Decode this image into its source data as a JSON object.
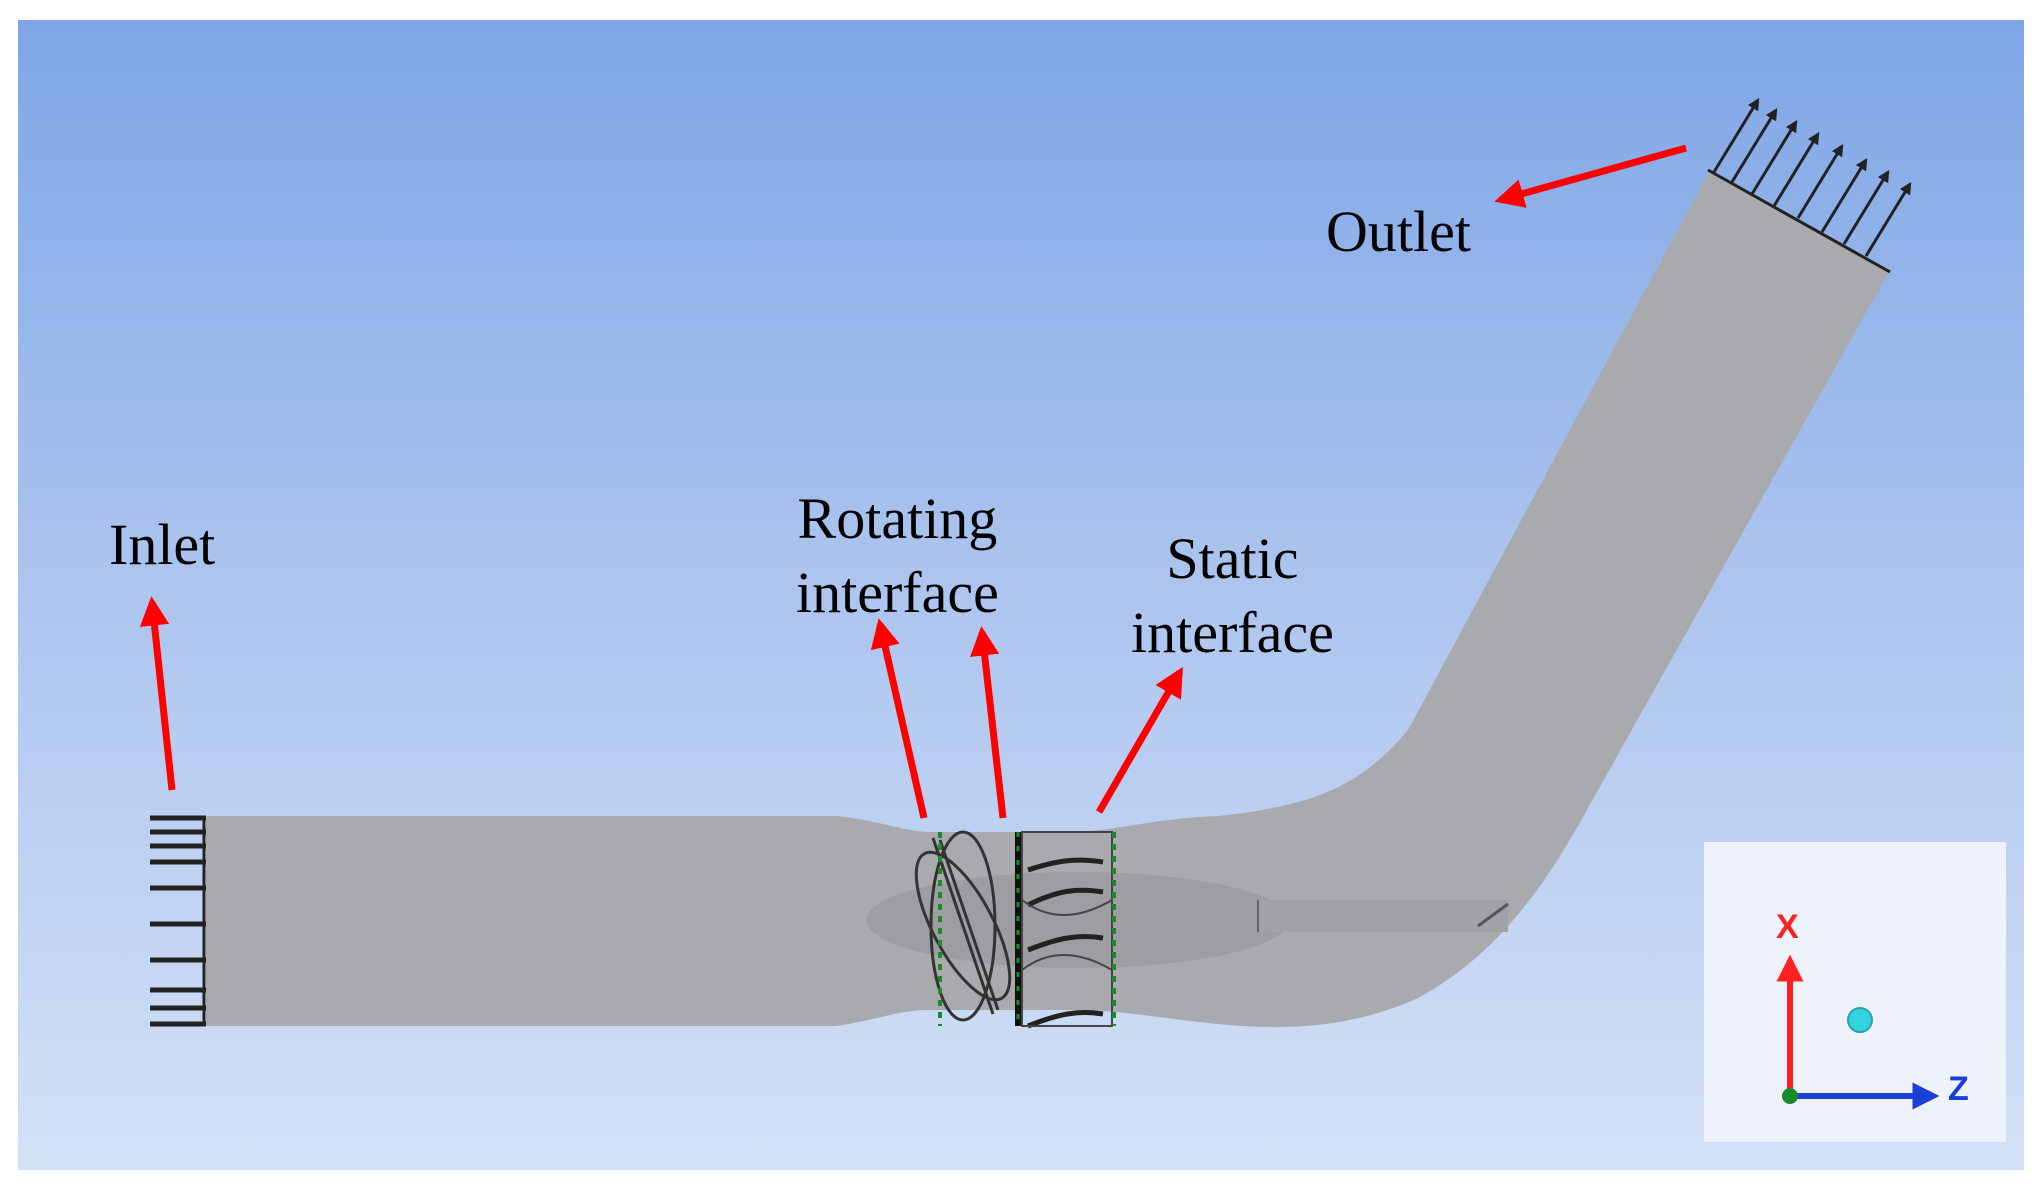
{
  "labels": {
    "outlet": "Outlet",
    "inlet": "Inlet",
    "rotating_line1": "Rotating",
    "rotating_line2": "interface",
    "static_line1": "Static",
    "static_line2": "interface"
  },
  "axis_triad": {
    "x_label": "X",
    "z_label": "Z"
  },
  "colors": {
    "background_top": "#7ea6e6",
    "background_bottom": "#d3e1f6",
    "duct": "#a8aaae",
    "annotation_arrow": "#ff0000",
    "interface_marker": "#1a8a2a"
  }
}
